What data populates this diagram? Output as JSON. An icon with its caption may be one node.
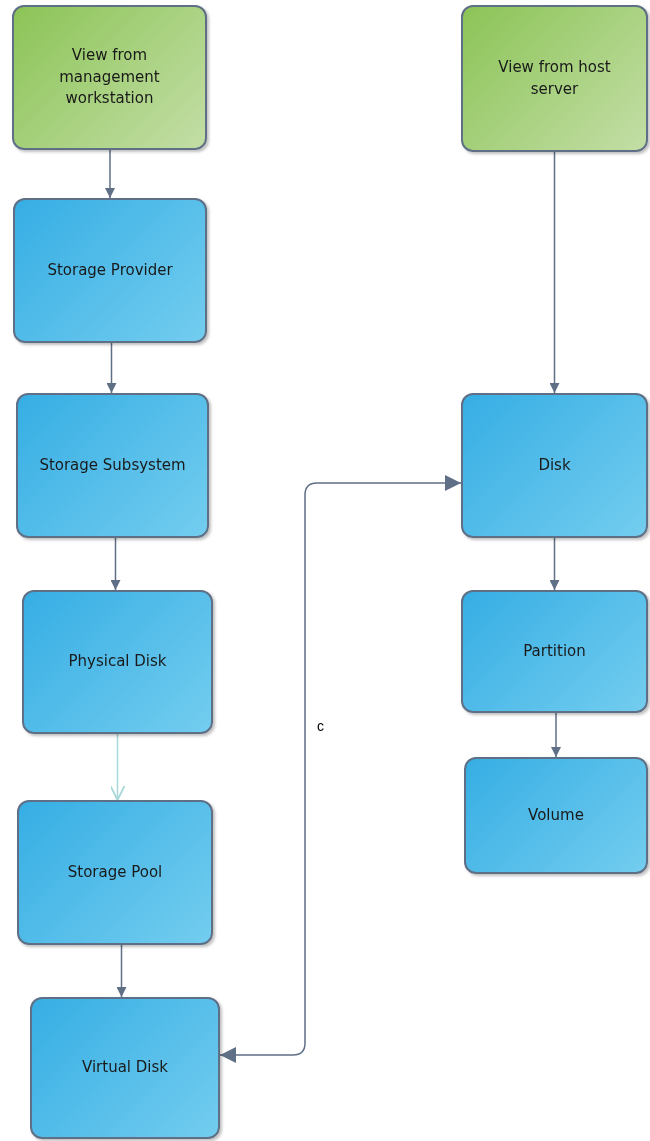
{
  "diagram": {
    "nodes": [
      {
        "text": [
          "View from management workstation"
        ]
      },
      {
        "text": [
          "Storage Provider"
        ]
      },
      {
        "text": [
          "Storage Subsystem"
        ]
      },
      {
        "text": [
          "Physical Disk"
        ]
      },
      {
        "text": [
          "Storage Pool"
        ]
      },
      {
        "text": [
          "Virtual Disk"
        ]
      },
      {
        "text": [
          "View from host server"
        ]
      },
      {
        "text": [
          "Disk"
        ]
      },
      {
        "text": [
          "Partition"
        ]
      },
      {
        "text": [
          "Volume"
        ]
      }
    ],
    "edges": [
      {
        "from": 0,
        "to": 1,
        "arrow": "to"
      },
      {
        "from": 1,
        "to": 2,
        "arrow": "to"
      },
      {
        "from": 2,
        "to": 3,
        "arrow": "to"
      },
      {
        "from": 3,
        "to": 4,
        "arrow": "to",
        "color": "#a8d8d8"
      },
      {
        "from": 4,
        "to": 5,
        "arrow": "to"
      },
      {
        "from": 6,
        "to": 7,
        "arrow": "to"
      },
      {
        "from": 7,
        "to": 8,
        "arrow": "to"
      },
      {
        "from": 8,
        "to": 9,
        "arrow": "to"
      },
      {
        "from": 5,
        "to": 7,
        "arrow": "both",
        "label": "c"
      }
    ]
  }
}
